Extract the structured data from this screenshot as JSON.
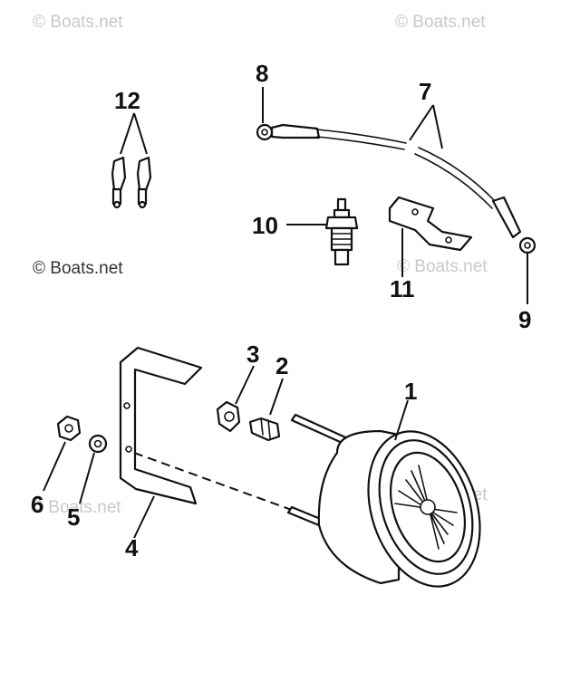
{
  "watermarks": {
    "top_left": "© Boats.net",
    "top_right": "© Boats.net",
    "mid_left": "© Boats.net",
    "mid_right": "© Boats.net",
    "bottom_left": "© Boats.net",
    "bottom_right": "© Boats.net"
  },
  "callouts": {
    "c1": "1",
    "c2": "2",
    "c3": "3",
    "c4": "4",
    "c5": "5",
    "c6": "6",
    "c7": "7",
    "c8": "8",
    "c9": "9",
    "c10": "10",
    "c11": "11",
    "c12": "12"
  }
}
